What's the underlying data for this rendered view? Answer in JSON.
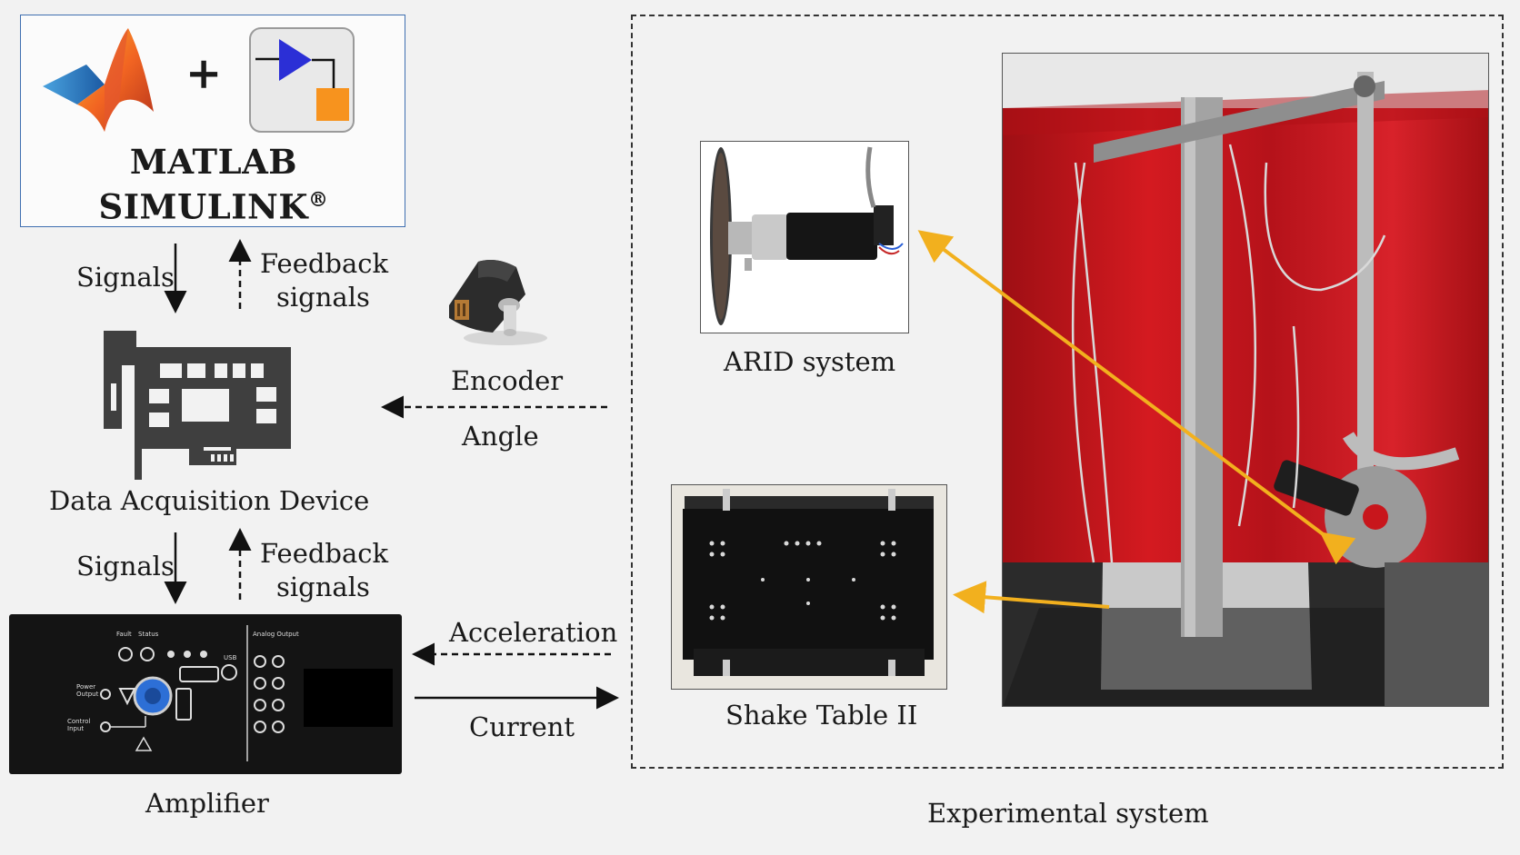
{
  "software": {
    "title_line1": "MATLAB",
    "title_line2": "SIMULINK",
    "registered_mark": "®",
    "plus": "+"
  },
  "links": {
    "top_down": "Signals",
    "top_up_line1": "Feedback",
    "top_up_line2": "signals",
    "bottom_down": "Signals",
    "bottom_up_line1": "Feedback",
    "bottom_up_line2": "signals",
    "angle": "Angle",
    "acceleration": "Acceleration",
    "current": "Current"
  },
  "components": {
    "encoder": "Encoder",
    "daq": "Data Acquisition Device",
    "amplifier": "Amplifier",
    "arid": "ARID system",
    "shake_table": "Shake Table II",
    "experimental": "Experimental system"
  },
  "amplifier_panel": {
    "fault": "Fault",
    "status": "Status",
    "power_output": "Power Output",
    "control_input": "Control Input",
    "analog_output": "Analog Output",
    "usb": "USB"
  },
  "colors": {
    "arrow_highlight": "#f2b01e",
    "curtain": "#c8161c",
    "diagram_border": "#3f6fb0",
    "simulink_arrow": "#2b2fd6",
    "simulink_block": "#f7931e"
  }
}
